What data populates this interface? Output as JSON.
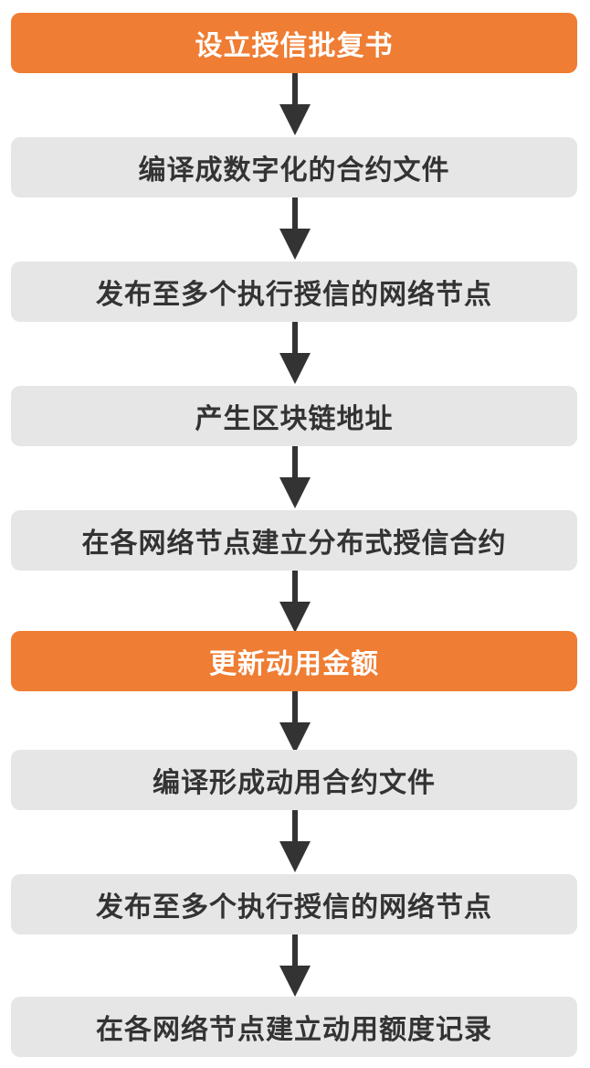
{
  "colors": {
    "highlight": "#ef7d33",
    "normal": "#e6e6e6",
    "text_dark": "#333333",
    "arrow": "#333333"
  },
  "steps": [
    {
      "label": "设立授信批复书",
      "style": "orange"
    },
    {
      "label": "编译成数字化的合约文件",
      "style": "gray"
    },
    {
      "label": "发布至多个执行授信的网络节点",
      "style": "gray"
    },
    {
      "label": "产生区块链地址",
      "style": "gray"
    },
    {
      "label": "在各网络节点建立分布式授信合约",
      "style": "gray"
    },
    {
      "label": "更新动用金额",
      "style": "orange"
    },
    {
      "label": "编译形成动用合约文件",
      "style": "gray"
    },
    {
      "label": "发布至多个执行授信的网络节点",
      "style": "gray"
    },
    {
      "label": "在各网络节点建立动用额度记录",
      "style": "gray"
    }
  ]
}
